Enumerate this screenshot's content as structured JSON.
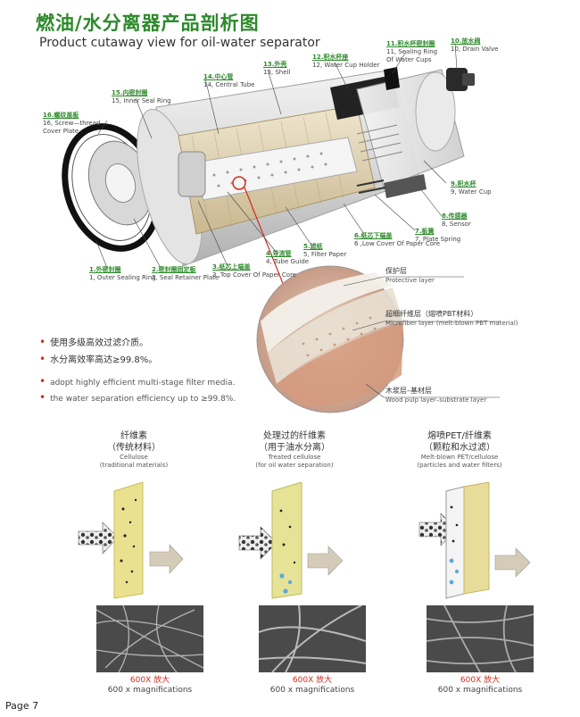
{
  "title_zh": "燃油/水分离器产品剖析图",
  "title_en": "Product cutaway view for oil-water separator",
  "parts": [
    {
      "zh": "1.外密封圈",
      "en": "1, Outer Sealing Ring"
    },
    {
      "zh": "2.密封圈固定板",
      "en": "2, Seal Retainer Plate"
    },
    {
      "zh": "3.纸芯上端盖",
      "en": "3 ,Top Cover Of Paper Core"
    },
    {
      "zh": "4.导流管",
      "en": "4, Tube Guide"
    },
    {
      "zh": "5.滤纸",
      "en": "5, Filter Paper"
    },
    {
      "zh": "6.纸芯下端盖",
      "en": "6 ,Low Cover Of Paper Core"
    },
    {
      "zh": "7.板簧",
      "en": "7, Plate Spring"
    },
    {
      "zh": "8.传感器",
      "en": "8, Sensor"
    },
    {
      "zh": "9.积水杯",
      "en": "9, Water Cup"
    },
    {
      "zh": "10.放水阀",
      "en": "10, Drain Valve"
    },
    {
      "zh": "11.积水杯密封圈",
      "en": "11, Sealing Ring",
      "en2": "Of Water Cups"
    },
    {
      "zh": "12.积水杯座",
      "en": "12, Water Cup Holder"
    },
    {
      "zh": "13.外壳",
      "en": "13, Shell"
    },
    {
      "zh": "14.中心管",
      "en": "14, Central Tube"
    },
    {
      "zh": "15.内密封圈",
      "en": "15, Inner Seal Ring"
    },
    {
      "zh": "16.螺纹盖板",
      "en": "16, Screw—thread",
      "en2": "Cover Plate"
    }
  ],
  "features": [
    "使用多级高效过滤介质。",
    "水分离效率高达≥99.8%。",
    "adopt highly efficient multi-stage filter media.",
    "the water separation efficiency up to ≥99.8%."
  ],
  "layers": [
    {
      "zh": "保护层",
      "en": "Protective layer"
    },
    {
      "zh": "超细纤维层（熔喷PBT材料）",
      "en": "Microfiber layer (melt-blown PBT material)"
    },
    {
      "zh": "木浆层–基材层",
      "en": "Wood pulp layer–substrate layer"
    }
  ],
  "media": [
    {
      "zh1": "纤维素",
      "zh2": "（传统材料）",
      "en1": "Cellulose",
      "en2": "(traditional materials)"
    },
    {
      "zh1": "处理过的纤维素",
      "zh2": "（用于油水分离）",
      "en1": "Treated cellulose",
      "en2": "(for oil water separation)"
    },
    {
      "zh1": "熔喷PET/纤维素",
      "zh2": "（颗粒和水过滤）",
      "en1": "Melt-blown PET/cellulose",
      "en2": "(particles and water filters)"
    }
  ],
  "magnification": {
    "zh": "600X 放大",
    "en": "600 x magnifications"
  },
  "page": "Page 7",
  "colors": {
    "accent_green": "#2d8a2b",
    "accent_red": "#d12c1f"
  }
}
